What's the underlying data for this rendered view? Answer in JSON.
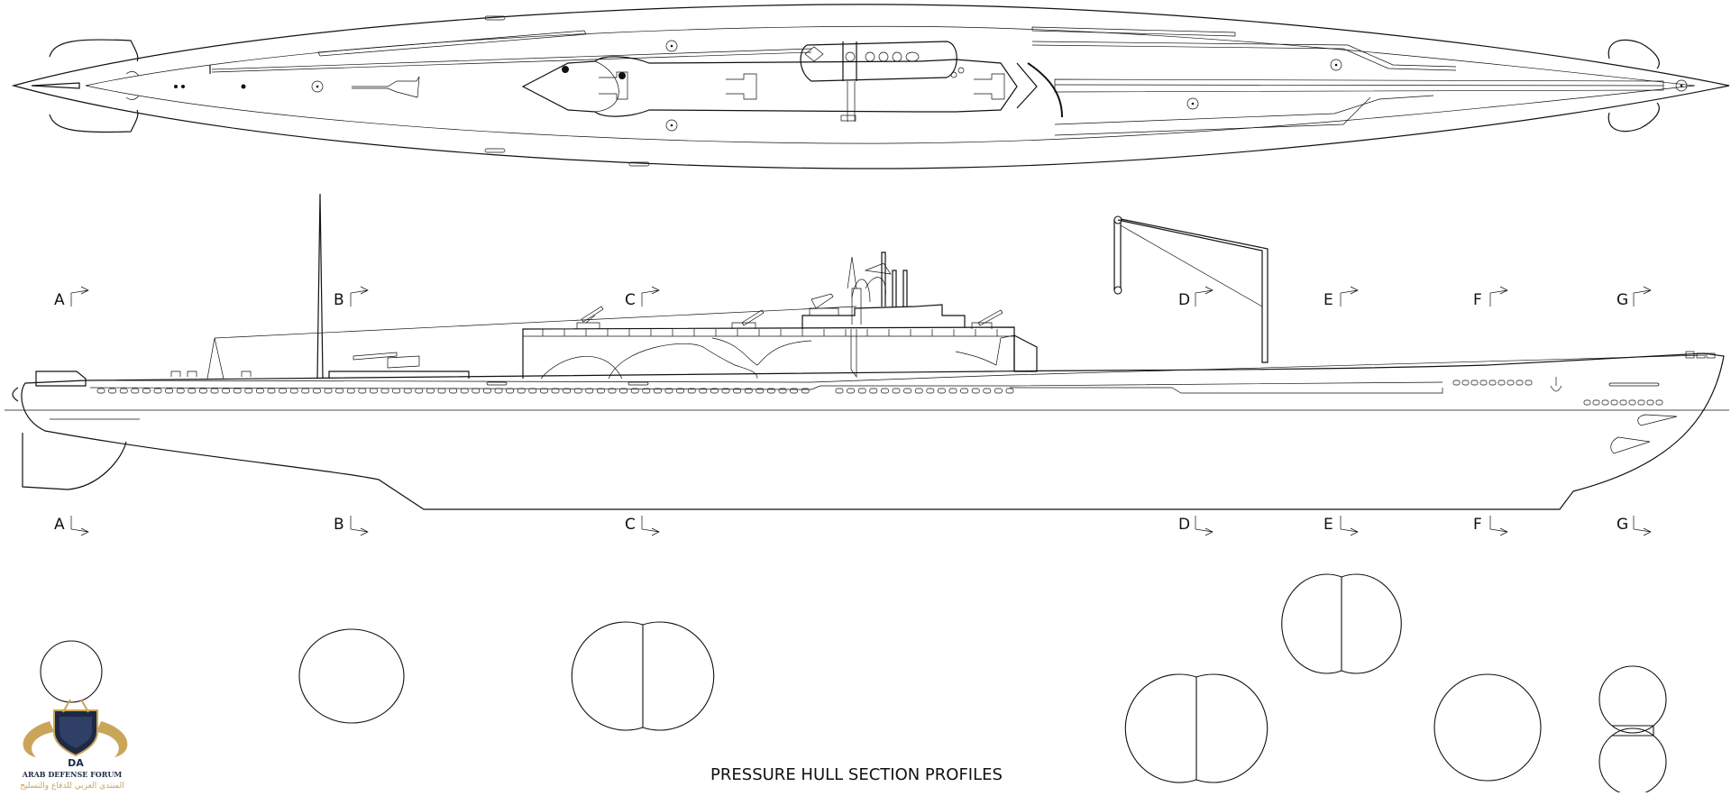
{
  "drawing": {
    "title": "PRESSURE HULL SECTION PROFILES",
    "section_markers": [
      "A",
      "B",
      "C",
      "D",
      "E",
      "F",
      "G"
    ]
  },
  "watermark": {
    "text_en": "ARAB DEFENSE FORUM",
    "text_ar": "المنتدى العربي للدفاع والتسليح",
    "mark": "DA"
  }
}
